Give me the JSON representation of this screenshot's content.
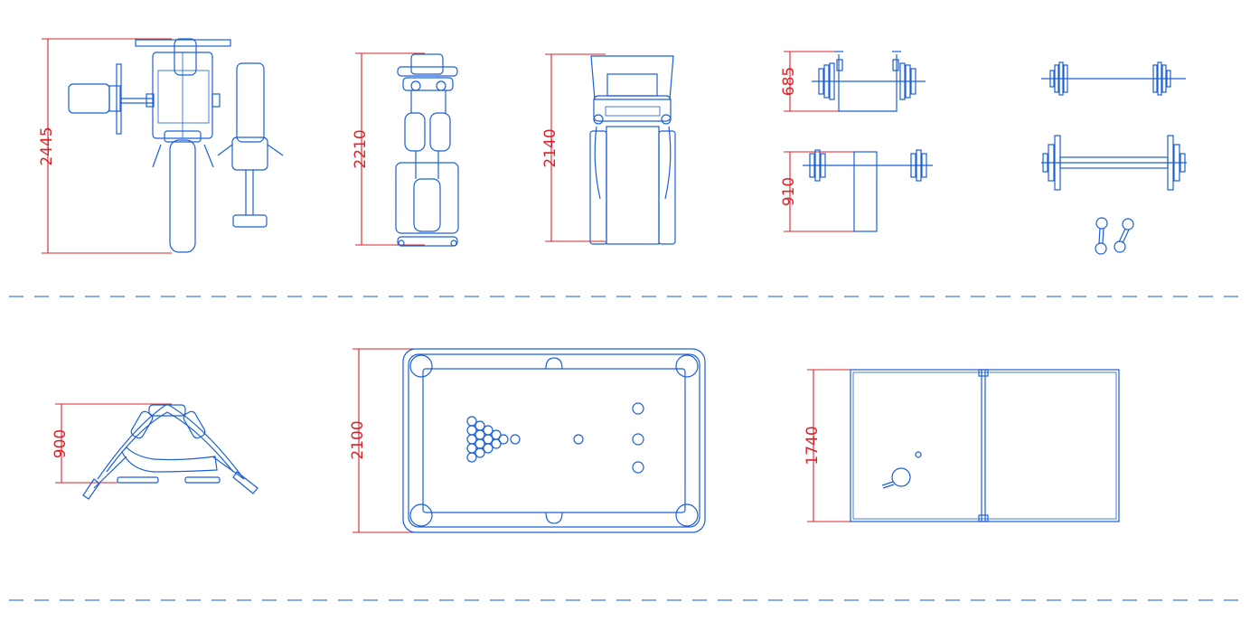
{
  "colors": {
    "outline": "#1a5fd6",
    "dimension": "#d8242a",
    "divider": "#3d7fe0",
    "background": "#ffffff"
  },
  "dimensions": {
    "multi_gym": "2445",
    "leg_press": "2210",
    "treadmill": "2140",
    "barbell_rack": "685",
    "bench_barbell": "910",
    "rowing_machine": "900",
    "billiard_table": "2100",
    "ping_pong_table": "1740"
  }
}
